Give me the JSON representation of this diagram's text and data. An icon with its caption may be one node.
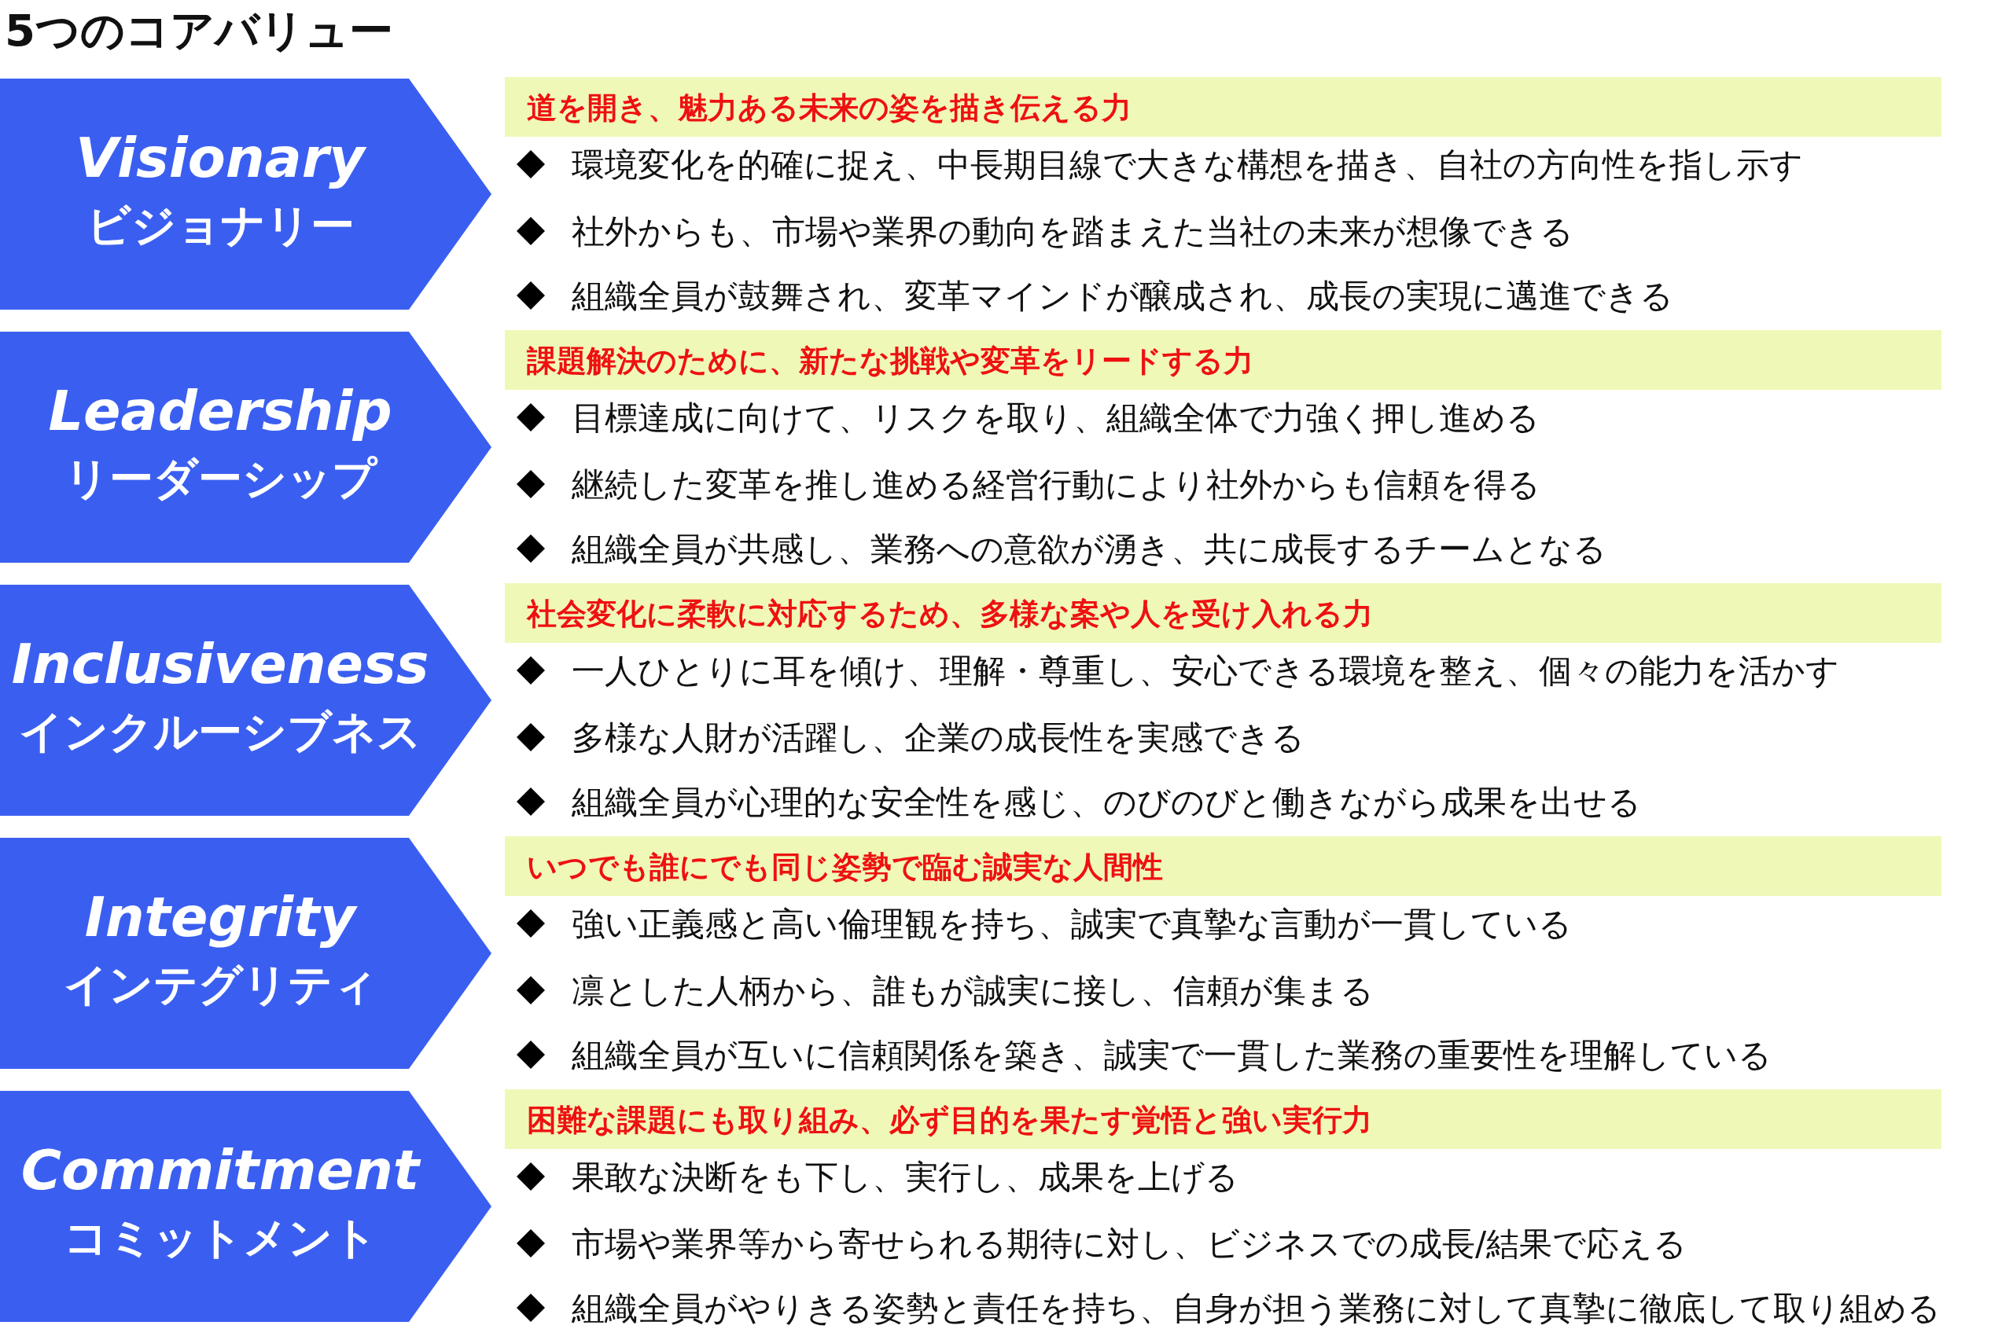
{
  "diagram": {
    "title": "5つのコアバリュー",
    "nodes": [
      {
        "text": [
          "Visionary",
          "ビジョナリー"
        ]
      },
      {
        "text": [
          "道を開き、魅力ある未来の姿を描き伝える力"
        ]
      },
      {
        "text": [
          "Leadership",
          "リーダーシップ"
        ]
      },
      {
        "text": [
          "課題解決のために、新たな挑戦や変革をリードする力"
        ]
      },
      {
        "text": [
          "Inclusiveness",
          "インクルーシブネス"
        ]
      },
      {
        "text": [
          "社会変化に柔軟に対応するため、多様な案や人を受け入れる力"
        ]
      },
      {
        "text": [
          "Integrity",
          "インテグリティ"
        ]
      },
      {
        "text": [
          "いつでも誰にでも同じ姿勢で臨む誠実な人間性"
        ]
      },
      {
        "text": [
          "Commitment",
          "コミットメント"
        ]
      },
      {
        "text": [
          "困難な課題にも取り組み、必ず目的を果たす覚悟と強い実行力"
        ]
      }
    ],
    "edges": [],
    "labels": [
      "環境変化を的確に捉え、中長期目線で大きな構想を描き、自社の方向性を指し示す",
      "社外からも、市場や業界の動向を踏まえた当社の未来が想像できる",
      "組織全員が鼓舞され、変革マインドが醸成され、成長の実現に邁進できる",
      "目標達成に向けて、リスクを取り、組織全体で力強く押し進める",
      "継続した変革を推し進める経営行動により社外からも信頼を得る",
      "組織全員が共感し、業務への意欲が湧き、共に成長するチームとなる",
      "一人ひとりに耳を傾け、理解・尊重し、安心できる環境を整え、個々の能力を活かす",
      "多様な人財が活躍し、企業の成長性を実感できる",
      "組織全員が心理的な安全性を感じ、のびのびと働きながら成果を出せる",
      "強い正義感と高い倫理観を持ち、誠実で真摯な言動が一貫している",
      "凛とした人柄から、誰もが誠実に接し、信頼が集まる",
      "組織全員が互いに信頼関係を築き、誠実で一貫した業務の重要性を理解している",
      "果敢な決断をも下し、実行し、成果を上げる",
      "市場や業界等から寄せられる期待に対し、ビジネスでの成長/結果で応える",
      "組織全員がやりきる姿勢と責任を持ち、自身が担う業務に対して真摯に徹底して取り組める"
    ]
  }
}
